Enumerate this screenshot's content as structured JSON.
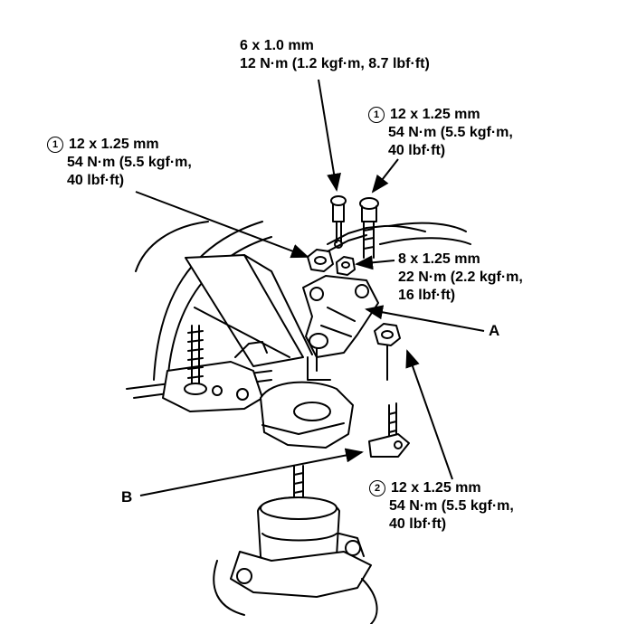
{
  "callouts": {
    "top_bolt": {
      "line1": "6 x 1.0 mm",
      "line2": "12 N·m (1.2 kgf·m, 8.7 lbf·ft)"
    },
    "upper_right_bolt": {
      "marker": "1",
      "line1": "12 x 1.25 mm",
      "line2": "54 N·m (5.5 kgf·m,",
      "line3": "40 lbf·ft)"
    },
    "left_nut": {
      "marker": "1",
      "line1": "12 x 1.25 mm",
      "line2": "54 N·m (5.5 kgf·m,",
      "line3": "40 lbf·ft)"
    },
    "mid_nut": {
      "line1": "8 x 1.25 mm",
      "line2": "22 N·m (2.2 kgf·m,",
      "line3": "16 lbf·ft)"
    },
    "lower_right_nut": {
      "marker": "2",
      "line1": "12 x 1.25 mm",
      "line2": "54 N·m (5.5 kgf·m,",
      "line3": "40 lbf·ft)"
    }
  },
  "part_labels": {
    "a": "A",
    "b": "B"
  }
}
